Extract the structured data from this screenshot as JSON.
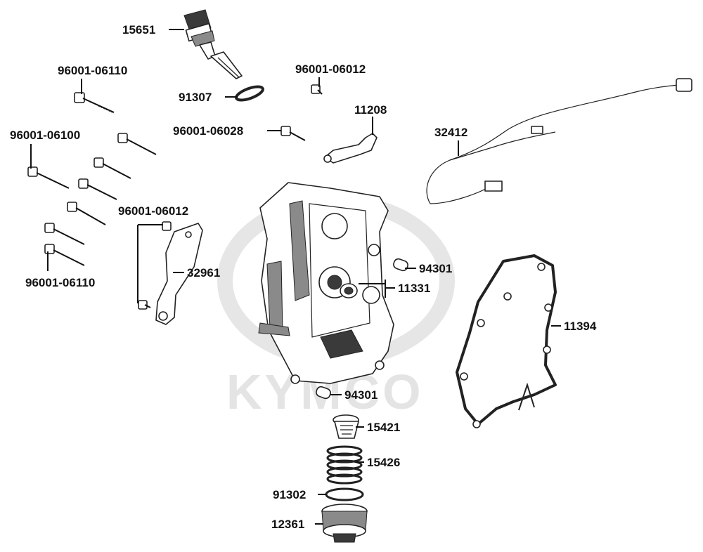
{
  "watermark": {
    "brand_text": "KYMCO"
  },
  "labels": {
    "p15651": "15651",
    "p91307": "91307",
    "p96001_06110_top": "96001-06110",
    "p96001_06012_top": "96001-06012",
    "p11208": "11208",
    "p96001_06028": "96001-06028",
    "p96001_06100": "96001-06100",
    "p32412": "32412",
    "p96001_06012_mid": "96001-06012",
    "p32961": "32961",
    "p96001_06110_bottom": "96001-06110",
    "p94301_top": "94301",
    "p11331": "11331",
    "p11394": "11394",
    "p94301_bottom": "94301",
    "p15421": "15421",
    "p15426": "15426",
    "p91302": "91302",
    "p12361": "12361"
  }
}
